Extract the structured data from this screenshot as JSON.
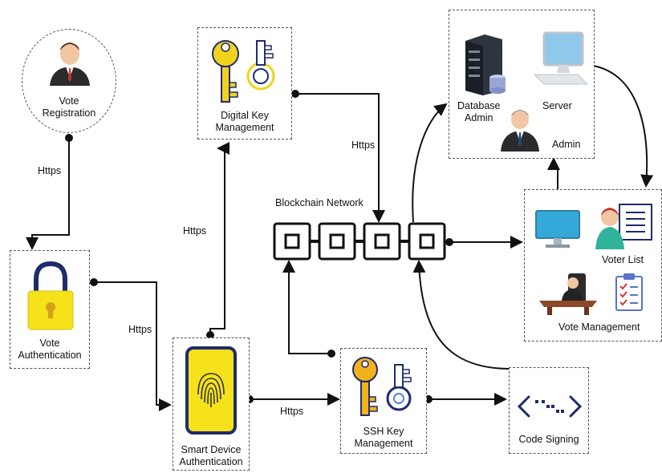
{
  "nodes": {
    "vote_registration": {
      "label_line1": "Vote",
      "label_line2": "Registration"
    },
    "vote_authentication": {
      "label_line1": "Vote",
      "label_line2": "Authentication"
    },
    "digital_key": {
      "label_line1": "Digital Key",
      "label_line2": "Management"
    },
    "blockchain": {
      "label": "Blockchain Network"
    },
    "admin_group": {
      "database_line1": "Database",
      "database_line2": "Admin",
      "server": "Server",
      "admin": "Admin"
    },
    "vote_management": {
      "voter_list": "Voter List",
      "label": "Vote Management"
    },
    "smart_device": {
      "label_line1": "Smart Device",
      "label_line2": "Authentication"
    },
    "ssh_key": {
      "label_line1": "SSH Key",
      "label_line2": "Management"
    },
    "code_signing": {
      "label": "Code Signing"
    }
  },
  "edges": {
    "registration_to_auth": "Https",
    "digital_key_to_blockchain": "Https",
    "smart_device_to_digital_key": "Https",
    "auth_to_smart_device": "Https",
    "smart_device_to_ssh": "Https"
  },
  "colors": {
    "key_yellow": "#f2d21b",
    "key_blue": "#1f2c6b",
    "lock_yellow": "#f5e21a",
    "phone_border": "#1f2c6b",
    "monitor_blue": "#34a9d9"
  }
}
